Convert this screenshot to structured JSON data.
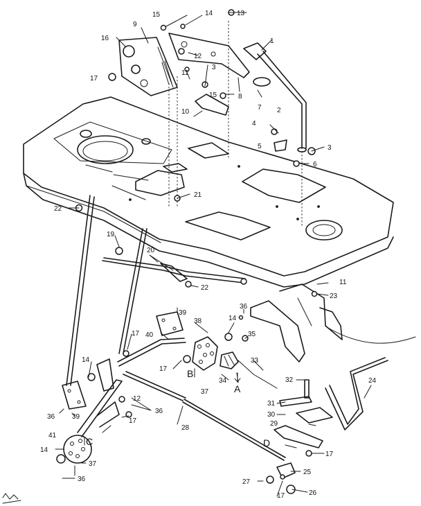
{
  "callouts": {
    "c1": "1",
    "c2": "2",
    "c3a": "3",
    "c3b": "3",
    "c4": "4",
    "c5": "5",
    "c6": "6",
    "c7": "7",
    "c8": "8",
    "c9": "9",
    "c10": "10",
    "c11a": "11",
    "c11b": "11",
    "c12a": "12",
    "c12b": "12",
    "c13": "13",
    "c14a": "14",
    "c14b": "14",
    "c14c": "14",
    "c14d": "14",
    "c15a": "15",
    "c15b": "15",
    "c16": "16",
    "c17a": "17",
    "c17b": "17",
    "c17c": "17",
    "c17d": "17",
    "c17e": "17",
    "c17f": "17",
    "c19": "19",
    "c20": "20",
    "c21": "21",
    "c22a": "22",
    "c22b": "22",
    "c23": "23",
    "c24": "24",
    "c25": "25",
    "c26": "26",
    "c27": "27",
    "c28": "28",
    "c29": "29",
    "c30": "30",
    "c31": "31",
    "c32": "32",
    "c33": "33",
    "c34": "34",
    "c35": "35",
    "c36a": "36",
    "c36b": "36",
    "c36c": "36",
    "c36d": "36",
    "c37a": "37",
    "c37b": "37",
    "c38": "38",
    "c39a": "39",
    "c39b": "39",
    "c40": "40",
    "c41": "41"
  },
  "markers": {
    "a": "A",
    "b": "B",
    "c": "C",
    "d": "D"
  }
}
